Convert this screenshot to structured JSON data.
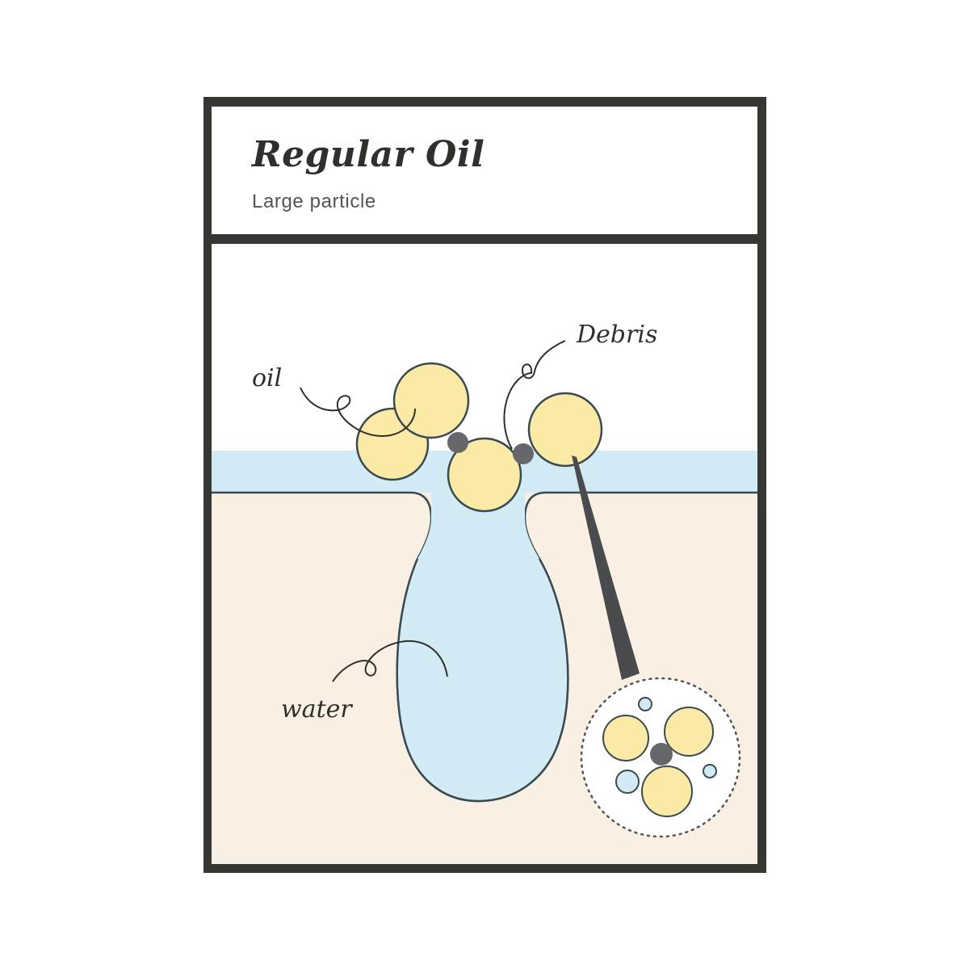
{
  "header": {
    "title": "Regular Oil",
    "subtitle": "Large particle"
  },
  "labels": {
    "oil": "oil",
    "debris": "Debris",
    "water": "water"
  },
  "colors": {
    "frame": "#363733",
    "water": "#d3ebf5",
    "skin": "#f9efe3",
    "oil": "#fbe9a6",
    "debris": "#66676a",
    "outline": "#3a4a52"
  }
}
